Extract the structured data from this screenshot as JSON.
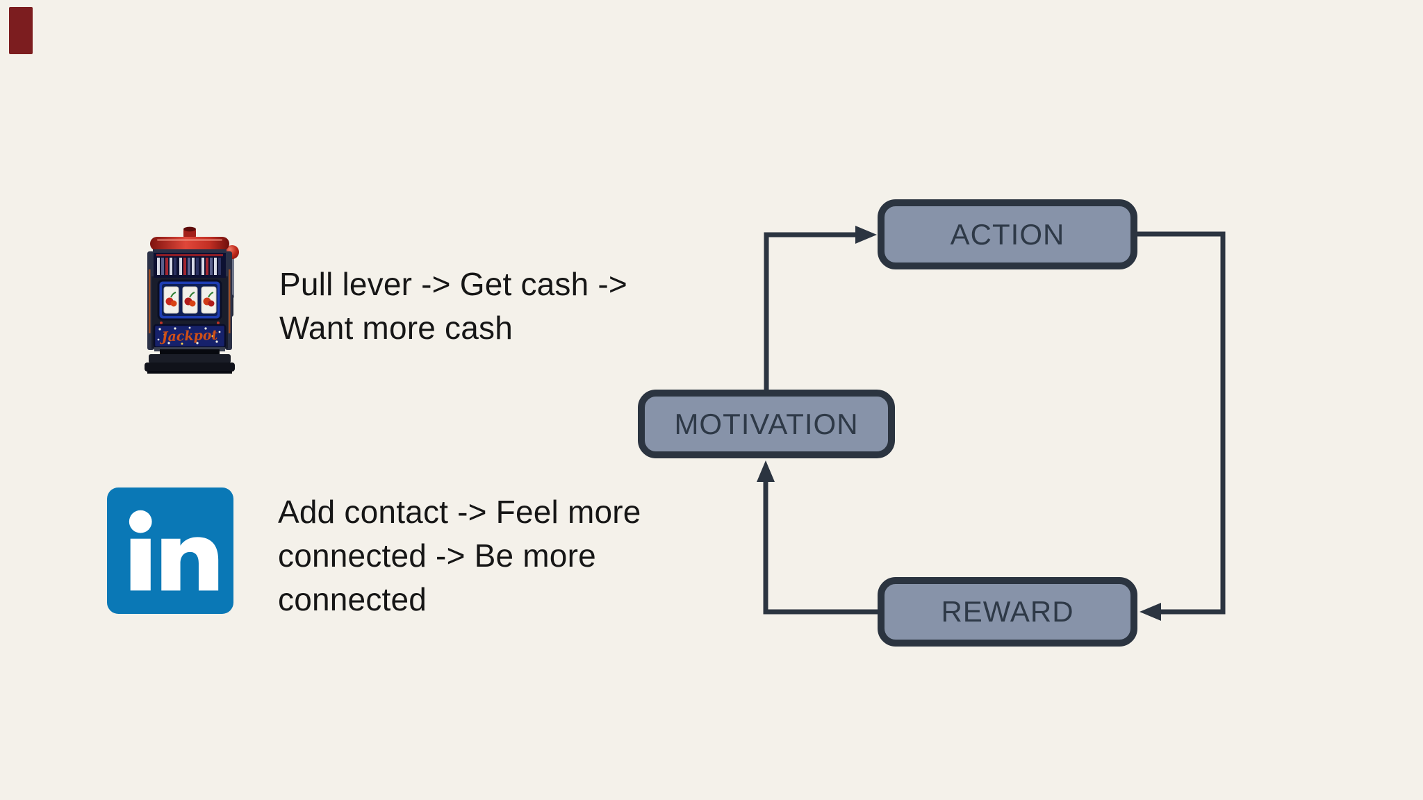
{
  "theme": {
    "background": "#f4f1ea",
    "text": "#161616",
    "node_fill": "#8793a9",
    "node_border": "#2b3440",
    "node_text": "#2e3947",
    "connector": "#2b3440",
    "linkedin_blue": "#0a78b6",
    "marker_red": "#7c1d1f"
  },
  "examples": [
    {
      "id": "slot-machine",
      "icon": "slot-machine-icon",
      "text": "Pull lever -> Get cash -> Want more cash",
      "lines": [
        "Pull lever -> Get cash ->",
        "Want more cash"
      ],
      "machine_label": "Jackpot"
    },
    {
      "id": "linkedin",
      "icon": "linkedin-icon",
      "text": "Add contact -> Feel more connected -> Be more connected",
      "lines": [
        "Add contact -> Feel more",
        "connected -> Be more",
        "connected"
      ]
    }
  ],
  "diagram": {
    "nodes": [
      {
        "id": "action",
        "label": "ACTION"
      },
      {
        "id": "motivation",
        "label": "MOTIVATION"
      },
      {
        "id": "reward",
        "label": "REWARD"
      }
    ],
    "edges": [
      {
        "from": "motivation",
        "to": "action"
      },
      {
        "from": "action",
        "to": "reward"
      },
      {
        "from": "reward",
        "to": "motivation"
      }
    ]
  }
}
